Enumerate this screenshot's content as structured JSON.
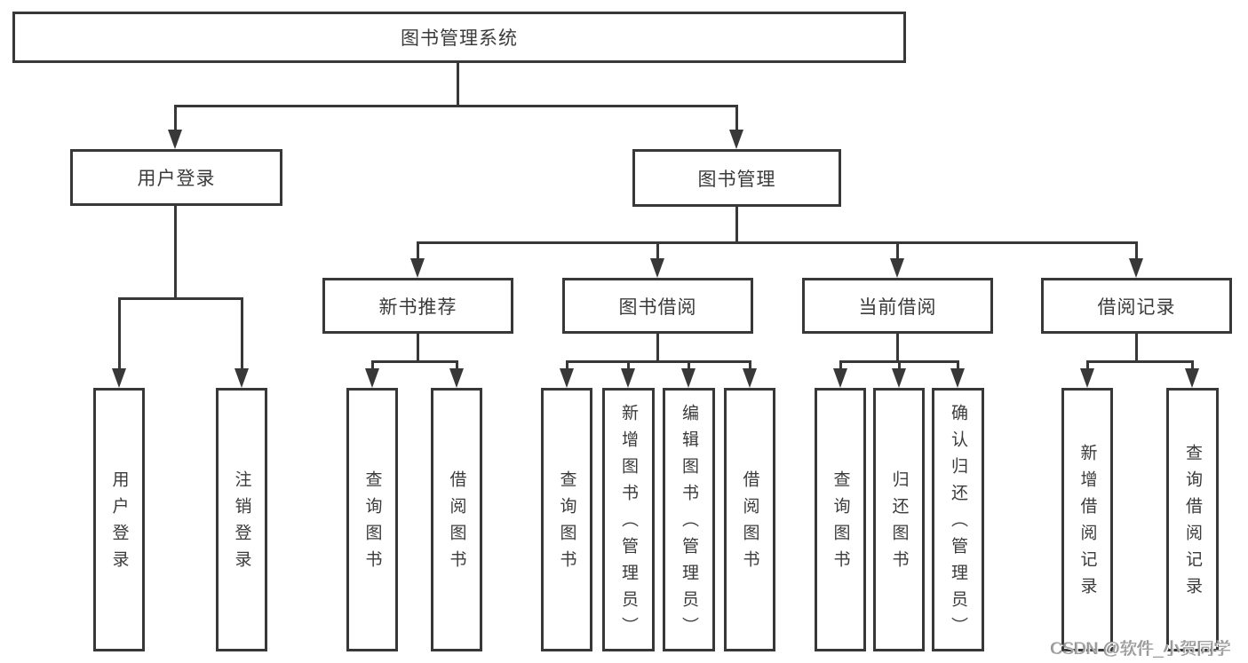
{
  "diagram": {
    "root": "图书管理系统",
    "level2": {
      "user_login": "用户登录",
      "book_management": "图书管理"
    },
    "level3": {
      "new_book_recommend": "新书推荐",
      "book_borrow": "图书借阅",
      "current_borrow": "当前借阅",
      "borrow_records": "借阅记录"
    },
    "leaves": {
      "user_login": [
        "用户登录",
        "注销登录"
      ],
      "new_book_recommend": [
        "查询图书",
        "借阅图书"
      ],
      "book_borrow": [
        "查询图书",
        "新增图书（管理员）",
        "编辑图书（管理员）",
        "借阅图书"
      ],
      "current_borrow": [
        "查询图书",
        "归还图书",
        "确认归还（管理员）"
      ],
      "borrow_records": [
        "新增借阅记录",
        "查询借阅记录"
      ]
    }
  },
  "watermark": {
    "text": "CSDN @软件_小贺同学"
  },
  "colors": {
    "line": "#383838",
    "text": "#3b3b3b",
    "watermark": "#a3a3a3",
    "background": "#ffffff"
  }
}
